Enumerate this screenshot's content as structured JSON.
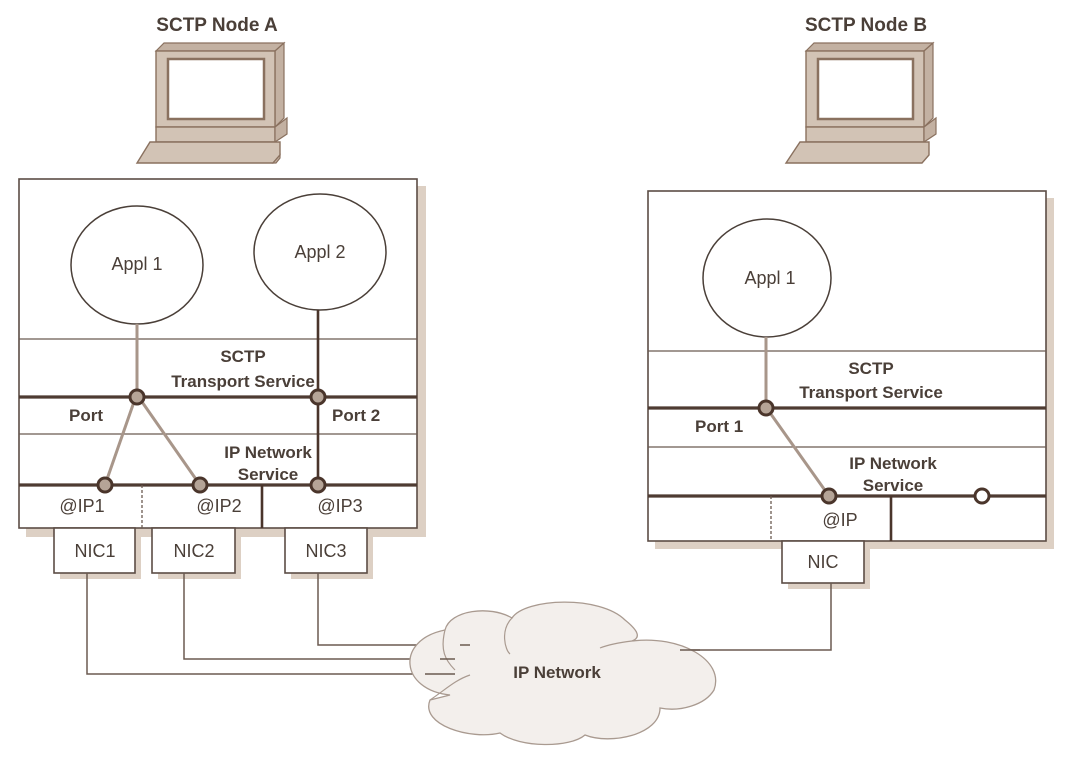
{
  "diagram": {
    "type": "network-architecture",
    "subject": "SCTP multihoming"
  },
  "nodes": {
    "a": {
      "title": "SCTP Node A",
      "icon": "computer-icon",
      "applications": [
        "Appl 1",
        "Appl 2"
      ],
      "transport_layer": {
        "line1": "SCTP",
        "line2": "Transport Service"
      },
      "ports": [
        "Port",
        "Port 2"
      ],
      "network_layer": {
        "line1": "IP Network",
        "line2": "Service"
      },
      "ip_addresses": [
        "@IP1",
        "@IP2",
        "@IP3"
      ],
      "nics": [
        "NIC1",
        "NIC2",
        "NIC3"
      ]
    },
    "b": {
      "title": "SCTP Node B",
      "icon": "computer-icon",
      "applications": [
        "Appl 1"
      ],
      "transport_layer": {
        "line1": "SCTP",
        "line2": "Transport Service"
      },
      "ports": [
        "Port 1"
      ],
      "network_layer": {
        "line1": "IP Network",
        "line2": "Service"
      },
      "ip_addresses": [
        "@IP"
      ],
      "nics": [
        "NIC"
      ]
    }
  },
  "network": {
    "label": "IP Network",
    "icon": "cloud-icon"
  },
  "connections": [
    {
      "from": "Node A / Appl 1",
      "to": "Node A / Port",
      "style": "light"
    },
    {
      "from": "Node A / Port",
      "to": "Node A / @IP1",
      "style": "light"
    },
    {
      "from": "Node A / Port",
      "to": "Node A / @IP2",
      "style": "light"
    },
    {
      "from": "Node A / Appl 2",
      "to": "Node A / @IP3",
      "via": "Port 2",
      "style": "dark"
    },
    {
      "from": "Node B / Appl 1",
      "to": "Node B / @IP",
      "via": "Port 1",
      "style": "light"
    },
    {
      "from": "NIC1",
      "to": "IP Network"
    },
    {
      "from": "NIC2",
      "to": "IP Network"
    },
    {
      "from": "NIC3",
      "to": "IP Network"
    },
    {
      "from": "NIC",
      "to": "IP Network"
    }
  ],
  "colors": {
    "line_dark": "#4e3b32",
    "line_light": "#a8968a",
    "computer": "#d2c3b5",
    "cloud": "#f3efec",
    "shadow": "#ddd0c4"
  }
}
